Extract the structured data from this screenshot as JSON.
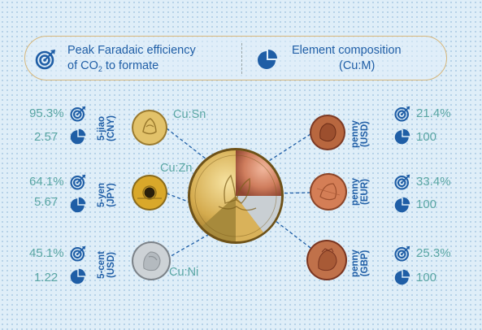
{
  "legend": {
    "efficiency_line1": "Peak Faradaic efficiency",
    "efficiency_line2_pre": "of CO",
    "efficiency_line2_sub": "2",
    "efficiency_line2_post": " to formate",
    "composition_line1": "Element composition",
    "composition_line2": "(Cu:M)",
    "efficiency_icon": "target-icon",
    "composition_icon": "pie-chart-icon"
  },
  "coins": {
    "cny": {
      "efficiency": "95.3%",
      "ratio": "2.57",
      "name": "5-jiao",
      "currency": "(CNY)",
      "alloy": "Cu:Sn"
    },
    "jpy": {
      "efficiency": "64.1%",
      "ratio": "5.67",
      "name": "5-yen",
      "currency": "(JPY)",
      "alloy": "Cu:Zn"
    },
    "usd_cent": {
      "efficiency": "45.1%",
      "ratio": "1.22",
      "name": "5-cent",
      "currency": "(USD)",
      "alloy": "Cu:Ni"
    },
    "usd_penny": {
      "efficiency": "21.4%",
      "ratio": "100",
      "name": "penny",
      "currency": "(USD)"
    },
    "eur_penny": {
      "efficiency": "33.4%",
      "ratio": "100",
      "name": "penny",
      "currency": "(EUR)"
    },
    "gbp_penny": {
      "efficiency": "25.3%",
      "ratio": "100",
      "name": "penny",
      "currency": "(GBP)"
    }
  },
  "colors": {
    "accent_blue": "#1f5ea6",
    "value_teal": "#5aa6a4",
    "legend_border": "#d7b77c"
  }
}
